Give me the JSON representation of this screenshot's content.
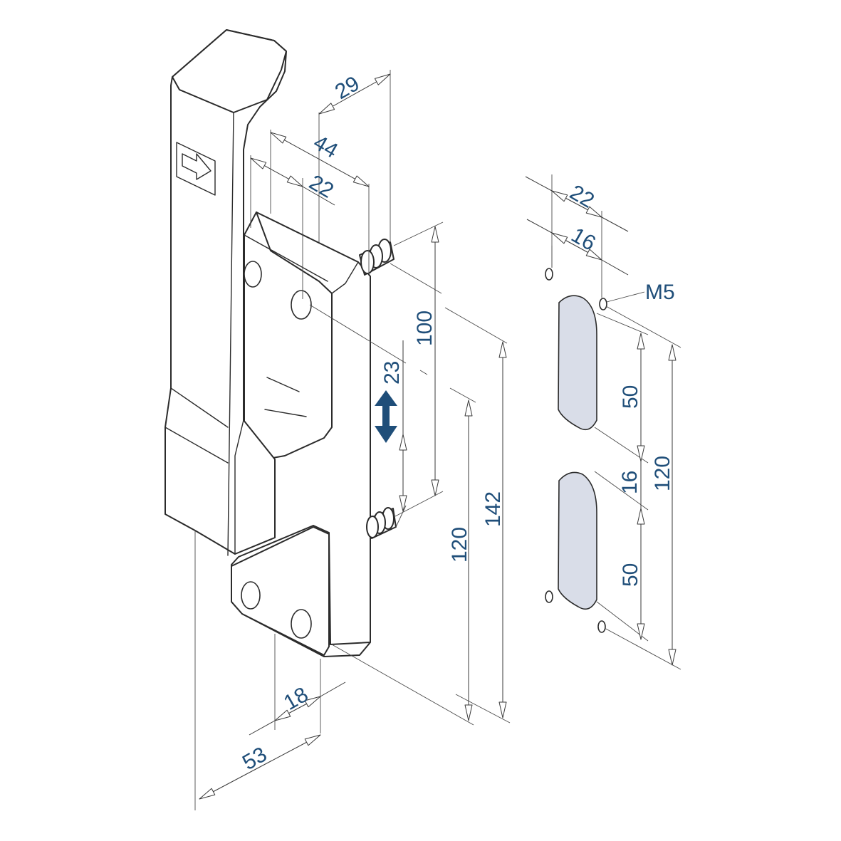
{
  "colors": {
    "dimension_text": "#1f4e79",
    "motion_arrow": "#1f4e79",
    "slot_fill": "#d9dde8",
    "outline": "#2b2b2b"
  },
  "icons": [
    "push-arrow-icon",
    "motion-arrow-icon"
  ],
  "dimensions": {
    "d29": "29",
    "d44": "44",
    "d22_top": "22",
    "d22_plate": "22",
    "d16_plate": "16",
    "m5": "M5",
    "d100": "100",
    "d23": "23",
    "d142": "142",
    "d120_main": "120",
    "d18": "18",
    "d53": "53",
    "d50_upper": "50",
    "d16_gap": "16",
    "d120_plate": "120",
    "d50_lower": "50"
  }
}
